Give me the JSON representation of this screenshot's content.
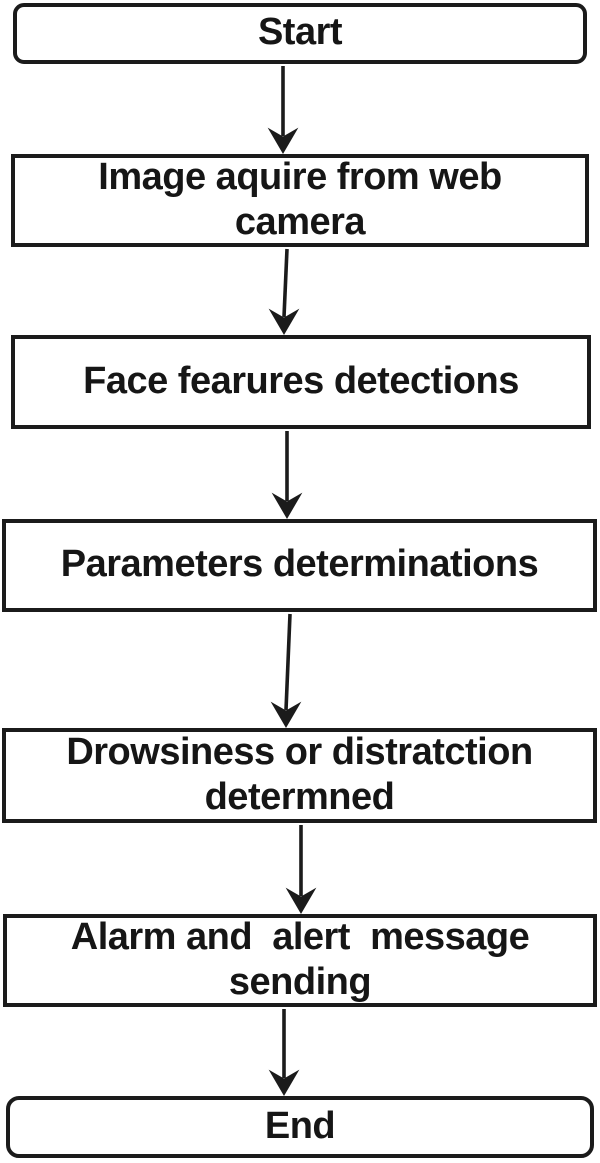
{
  "diagram": {
    "type": "flowchart",
    "background_color": "#ffffff",
    "line_color": "#1b1b1b",
    "text_color": "#161616",
    "nodes": [
      {
        "id": "start",
        "shape": "rounded",
        "label": "Start"
      },
      {
        "id": "image-acquire",
        "shape": "rect",
        "label": "Image aquire from web\ncamera"
      },
      {
        "id": "face-features",
        "shape": "rect",
        "label": "Face fearures detections"
      },
      {
        "id": "parameters",
        "shape": "rect",
        "label": "Parameters determinations"
      },
      {
        "id": "drowsiness",
        "shape": "rect",
        "label": "Drowsiness or distratction\ndetermned"
      },
      {
        "id": "alarm",
        "shape": "rect",
        "label": "Alarm and  alert  message\nsending"
      },
      {
        "id": "end",
        "shape": "rounded",
        "label": "End"
      }
    ],
    "edges": [
      {
        "from": "start",
        "to": "image-acquire"
      },
      {
        "from": "image-acquire",
        "to": "face-features"
      },
      {
        "from": "face-features",
        "to": "parameters"
      },
      {
        "from": "parameters",
        "to": "drowsiness"
      },
      {
        "from": "drowsiness",
        "to": "alarm"
      },
      {
        "from": "alarm",
        "to": "end"
      }
    ]
  }
}
